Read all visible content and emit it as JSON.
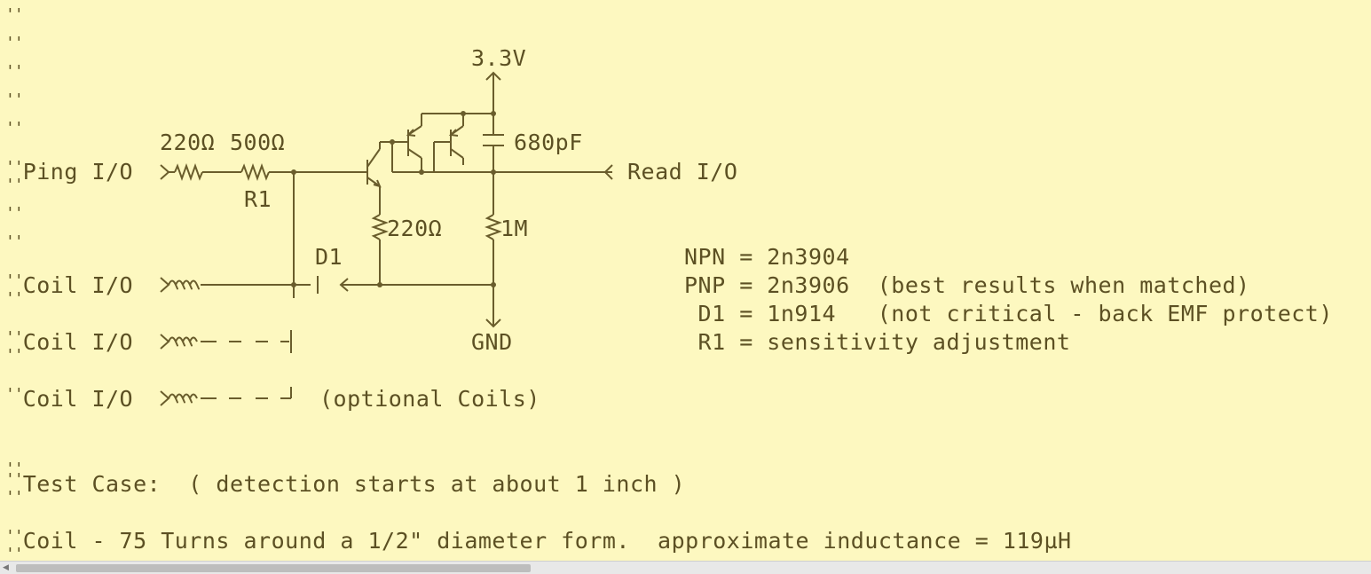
{
  "editor": {
    "comment_mark": "''",
    "lines": {
      "ping": "Ping I/O",
      "coil1": "Coil I/O",
      "coil2": "Coil I/O",
      "coil3": "Coil I/O",
      "optional": "(optional Coils)",
      "test_case": "Test Case:  ( detection starts at about 1 inch )",
      "coil_desc": "Coil - 75 Turns around a 1/2\" diameter form.  approximate inductance = 119µH"
    }
  },
  "schematic": {
    "supply": "3.3V",
    "ground": "GND",
    "r_ping1": "220Ω",
    "r_ping2": "500Ω",
    "r1_label": "R1",
    "r_emitter": "220Ω",
    "r_pulldown": "1M",
    "capacitor": "680pF",
    "diode": "D1",
    "read_io": "Read I/O"
  },
  "notes": {
    "npn": "NPN = 2n3904",
    "pnp": "PNP = 2n3906  (best results when matched)",
    "d1": " D1 = 1n914   (not critical - back EMF protect)",
    "r1": " R1 = sensitivity adjustment"
  }
}
